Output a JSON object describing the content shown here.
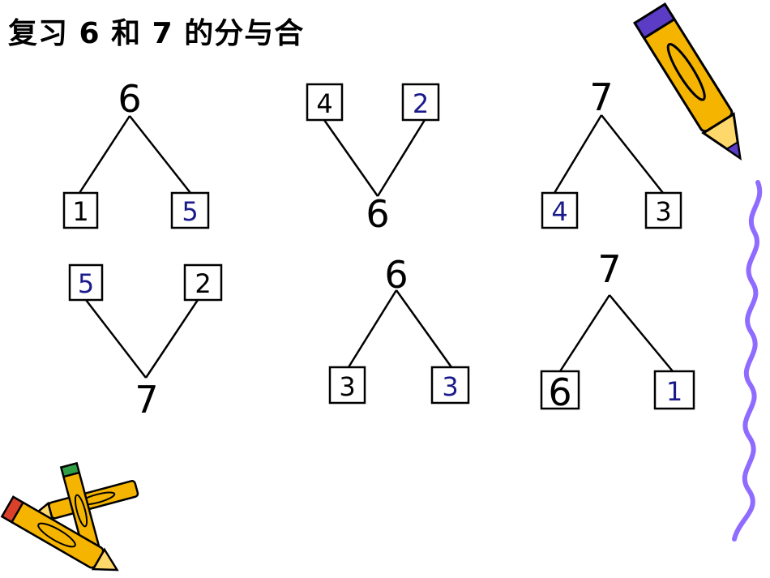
{
  "title": "复习 6 和 7 的分与合",
  "colors": {
    "answer": "#1a1a8c",
    "given": "#000000",
    "squiggle": "#8f6cff",
    "pencil": "#f4b400"
  },
  "decor": {
    "pencil_top_right": "pencil-icon",
    "pencils_bottom_left": "crossed-pencils-icon",
    "squiggle_right": "squiggle-line"
  },
  "diagrams": [
    {
      "id": "d1",
      "orientation": "split",
      "whole": "6",
      "left": "1",
      "right": "5",
      "left_color": "given",
      "right_color": "answer"
    },
    {
      "id": "d2",
      "orientation": "combine",
      "whole": "6",
      "left": "4",
      "right": "2",
      "left_color": "given",
      "right_color": "answer"
    },
    {
      "id": "d3",
      "orientation": "split",
      "whole": "7",
      "left": "4",
      "right": "3",
      "left_color": "answer",
      "right_color": "given"
    },
    {
      "id": "d4",
      "orientation": "combine",
      "whole": "7",
      "left": "5",
      "right": "2",
      "left_color": "answer",
      "right_color": "given"
    },
    {
      "id": "d5",
      "orientation": "split",
      "whole": "6",
      "left": "3",
      "right": "3",
      "left_color": "given",
      "right_color": "answer"
    },
    {
      "id": "d6",
      "orientation": "split",
      "whole": "7",
      "left": "6",
      "right": "1",
      "left_color": "given",
      "right_color": "answer",
      "left_large": true
    }
  ]
}
